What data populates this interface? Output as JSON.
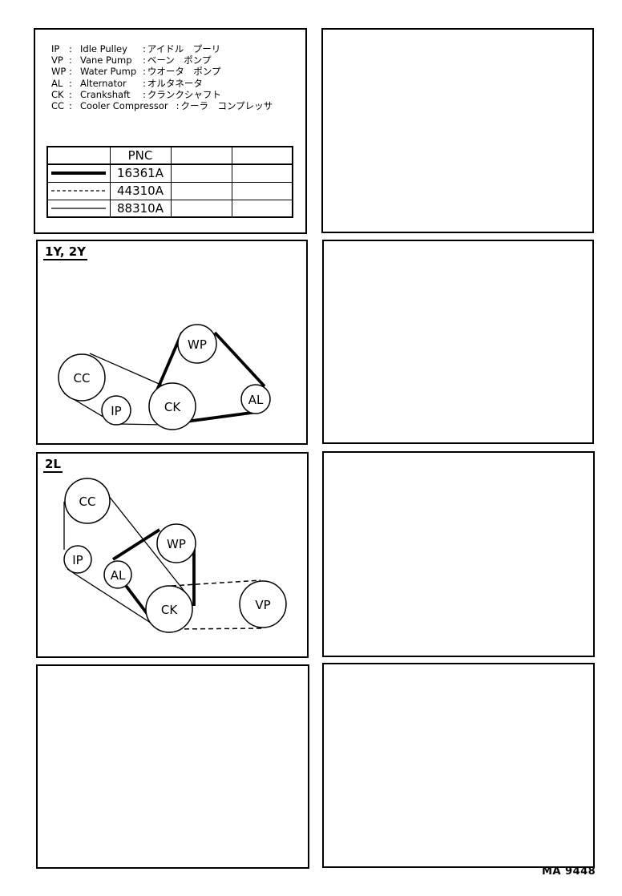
{
  "legend": {
    "abbreviations": [
      {
        "code": "IP",
        "english": "Idle Pulley",
        "japanese": "アイドル　プーリ"
      },
      {
        "code": "VP",
        "english": "Vane Pump",
        "japanese": "ベーン　ポンプ"
      },
      {
        "code": "WP",
        "english": "Water Pump",
        "japanese": "ウオータ　ポンプ"
      },
      {
        "code": "AL",
        "english": "Alternator",
        "japanese": "オルタネータ"
      },
      {
        "code": "CK",
        "english": "Crankshaft",
        "japanese": "クランクシャフト"
      },
      {
        "code": "CC",
        "english": "Cooler Compressor",
        "japanese": "クーラ　コンプレッサ"
      }
    ],
    "colon": ":",
    "table": {
      "header": "PNC",
      "rows": [
        {
          "line_style": "thick-solid",
          "pnc": "16361A"
        },
        {
          "line_style": "dashed",
          "pnc": "44310A"
        },
        {
          "line_style": "thin-solid",
          "pnc": "88310A"
        }
      ]
    }
  },
  "diagram_1y2y": {
    "title": "1Y, 2Y",
    "pulleys": [
      "CC",
      "IP",
      "CK",
      "WP",
      "AL"
    ]
  },
  "diagram_2l": {
    "title": "2L",
    "pulleys": [
      "CC",
      "IP",
      "AL",
      "WP",
      "CK",
      "VP"
    ]
  },
  "footer": {
    "code": "MA  9448"
  }
}
